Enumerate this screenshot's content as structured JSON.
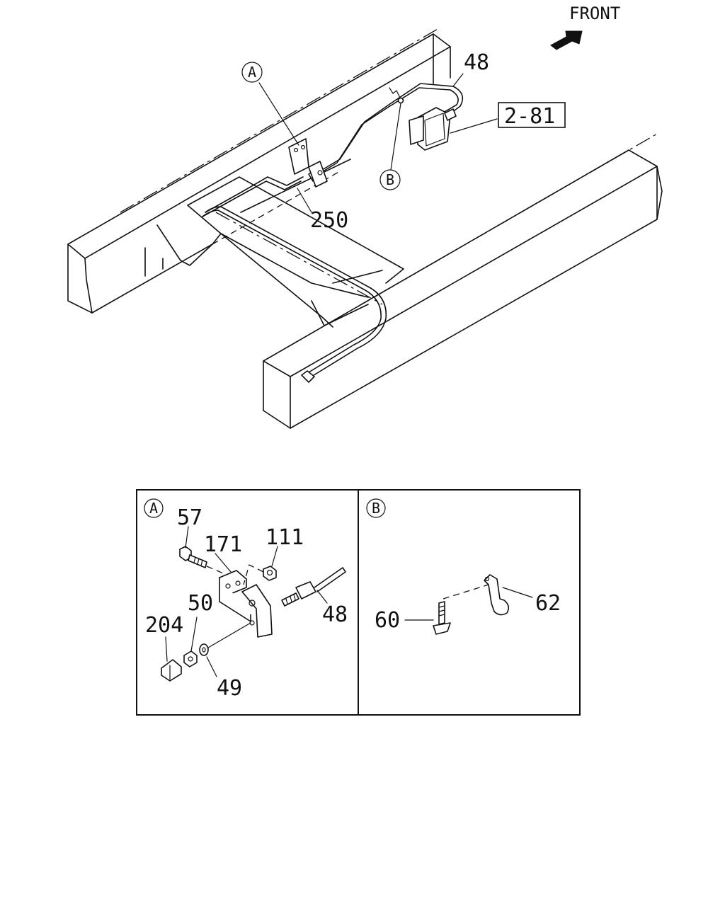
{
  "header": {
    "front_label": "FRONT"
  },
  "main_view": {
    "callouts": {
      "tube": "48",
      "reference": "2-81",
      "clip": "250",
      "detail_a": "A",
      "detail_b": "B"
    }
  },
  "detail_a": {
    "label": "A",
    "callouts": {
      "bolt": "57",
      "bracket": "171",
      "nut": "111",
      "tube": "48",
      "nut_small": "50",
      "sleeve": "204",
      "washer": "49"
    }
  },
  "detail_b": {
    "label": "B",
    "callouts": {
      "screw": "60",
      "clamp": "62"
    }
  }
}
